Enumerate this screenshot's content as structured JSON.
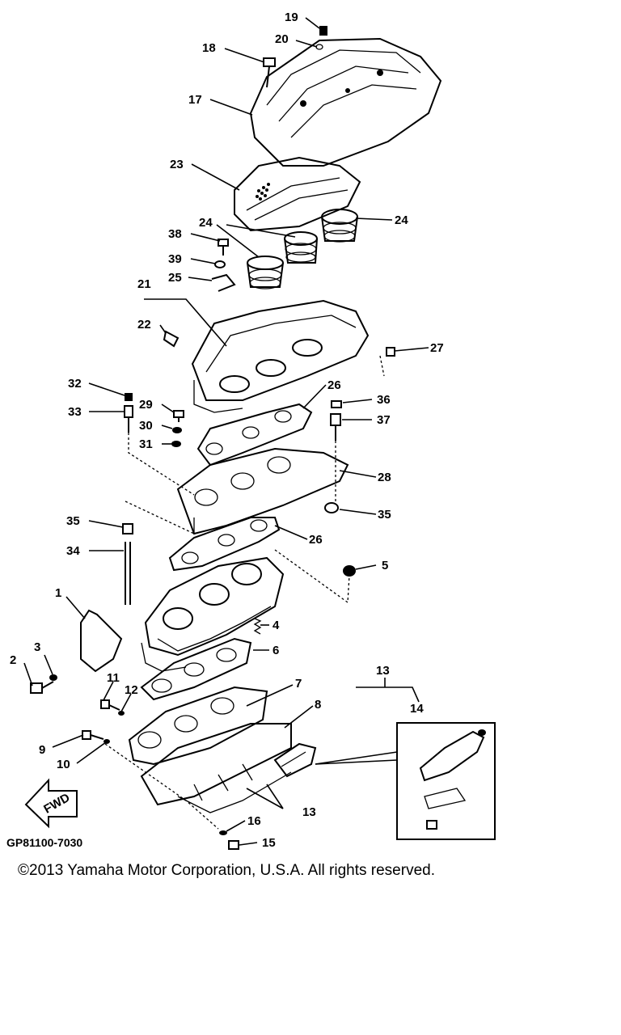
{
  "diagram": {
    "part_code": "GP81100-7030",
    "copyright": "©2013 Yamaha Motor Corporation, U.S.A. All rights reserved.",
    "fwd_arrow_label": "FWD",
    "callouts": {
      "c1": "1",
      "c2": "2",
      "c3": "3",
      "c4": "4",
      "c5": "5",
      "c6": "6",
      "c7": "7",
      "c8": "8",
      "c9": "9",
      "c10": "10",
      "c11": "11",
      "c12": "12",
      "c13a": "13",
      "c13b": "13",
      "c14": "14",
      "c15": "15",
      "c16": "16",
      "c17": "17",
      "c18": "18",
      "c19": "19",
      "c20": "20",
      "c21": "21",
      "c22": "22",
      "c23": "23",
      "c24a": "24",
      "c24b": "24",
      "c25": "25",
      "c26a": "26",
      "c26b": "26",
      "c27": "27",
      "c28": "28",
      "c29": "29",
      "c30": "30",
      "c31": "31",
      "c32": "32",
      "c33": "33",
      "c34": "34",
      "c35a": "35",
      "c35b": "35",
      "c36": "36",
      "c37": "37",
      "c38": "38",
      "c39": "39"
    }
  }
}
